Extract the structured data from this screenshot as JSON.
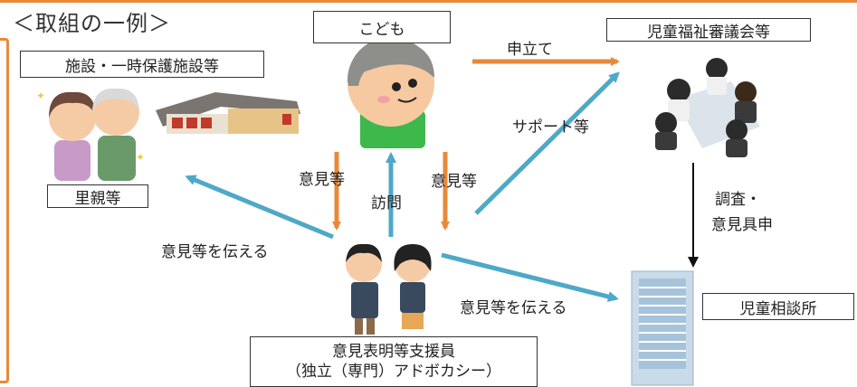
{
  "title": "＜取組の一例＞",
  "nodes": {
    "child": "こども",
    "council": "児童福祉審議会等",
    "facility": "施設・一時保護施設等",
    "foster": "里親等",
    "guidance_center": "児童相談所",
    "advocate_line1": "意見表明等支援員",
    "advocate_line2": "（独立（専門）アドボカシー）"
  },
  "edges": {
    "petition": "申立て",
    "support": "サポート等",
    "opinion_left": "意見等",
    "opinion_right": "意見等",
    "visit": "訪問",
    "convey_left": "意見等を伝える",
    "convey_right": "意見等を伝える",
    "investigation_line1": "調査・",
    "investigation_line2": "意見具申"
  },
  "colors": {
    "orange": "#e8893a",
    "blue": "#4ea8c8",
    "black": "#222222"
  }
}
